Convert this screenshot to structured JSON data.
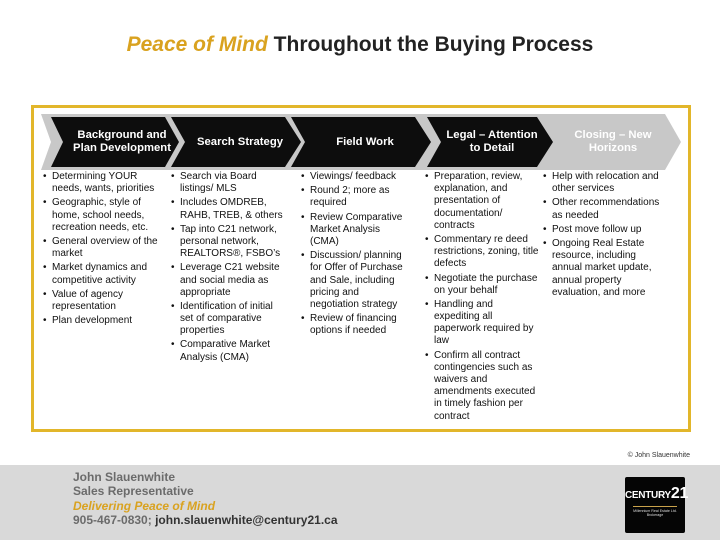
{
  "title": {
    "accent": "Peace of Mind",
    "rest": "Throughout the Buying Process"
  },
  "colors": {
    "accent_gold": "#d9a21f",
    "chevron_dark": "#0d0d0d",
    "chevron_grey": "#c8c8c8",
    "frame_gold": "#e2b62a",
    "footer_grey": "#d9d9d9"
  },
  "stages": [
    {
      "label": "Background and Plan Development",
      "bullets": [
        "Determining YOUR needs, wants, priorities",
        "Geographic, style of home, school needs, recreation needs, etc.",
        "General overview of the market",
        "Market dynamics and competitive activity",
        "Value of agency representation",
        "Plan development"
      ]
    },
    {
      "label": "Search Strategy",
      "bullets": [
        "Search via  Board listings/ MLS",
        "Includes OMDREB, RAHB, TREB, & others",
        "Tap into C21 network, personal network, REALTORS®, FSBO’s",
        "Leverage C21 website and social media as appropriate",
        "Identification of initial set of comparative properties",
        "Comparative Market Analysis (CMA)"
      ]
    },
    {
      "label": "Field Work",
      "bullets": [
        "Viewings/ feedback",
        "Round 2; more as required",
        "Review Comparative Market Analysis (CMA)",
        "Discussion/ planning for Offer of Purchase and Sale, including pricing and negotiation strategy",
        "Review of financing options if needed"
      ]
    },
    {
      "label": "Legal – Attention to Detail",
      "bullets": [
        "Preparation, review, explanation, and presentation of documentation/ contracts",
        "Commentary re deed restrictions, zoning, title defects",
        "Negotiate the purchase on your behalf",
        "Handling and expediting all paperwork required by law",
        "Confirm all contract contingencies  such as waivers and amendments executed in timely fashion per contract"
      ]
    },
    {
      "label": "Closing – New Horizons",
      "bullets": [
        "Help with relocation and other services",
        "Other recommendations as needed",
        "Post move follow up",
        "Ongoing Real Estate resource, including annual market update, annual property evaluation, and more"
      ]
    }
  ],
  "copyright": "© John Slauenwhite",
  "footer": {
    "name": "John Slauenwhite",
    "role": "Sales Representative",
    "tagline": "Delivering Peace of Mind",
    "phone": "905-467-0830;",
    "email": "john.slauenwhite@century21.ca"
  },
  "logo": {
    "icon": "century21-logo-icon",
    "brand_prefix": "CENTURY",
    "brand_number": "21",
    "brand_sub": "Millennium Real Estate Ltd. Brokerage"
  }
}
